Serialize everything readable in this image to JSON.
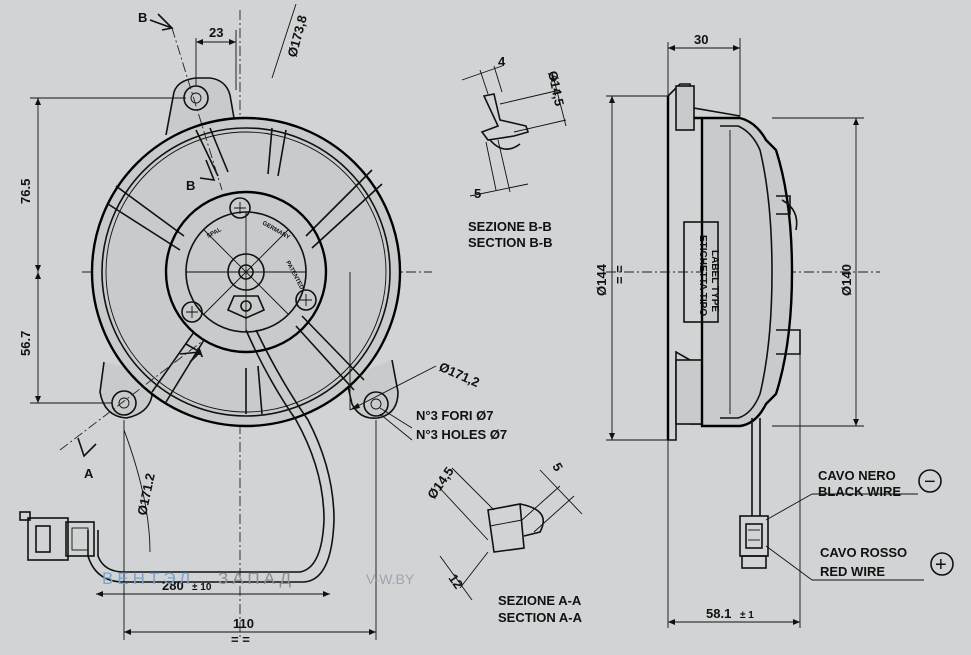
{
  "front_view": {
    "dim_mount_offset": "23",
    "dim_shroud_dia": "Ø173,8",
    "dim_upper_height": "76.5",
    "dim_lower_height": "56.7",
    "dim_hole_pcd_right": "Ø171,2",
    "dim_hole_pcd_left": "Ø171.2",
    "holes_it": "N°3 FORI Ø7",
    "holes_en": "N°3 HOLES Ø7",
    "dim_lead_length": "280",
    "dim_lead_tol": "± 10",
    "dim_hole_span": "110",
    "section_b": "B",
    "section_a": "A",
    "hub_logo": "SPAL",
    "hub_text_1": "PATENTED",
    "hub_text_2": "GERMANY"
  },
  "section_bb": {
    "dim_a": "4",
    "dim_b": "Ø14,5",
    "dim_c": "5",
    "title_it": "SEZIONE B-B",
    "title_en": "SECTION B-B"
  },
  "section_aa": {
    "dim_a": "Ø14,5",
    "dim_b": "5",
    "dim_c": "12",
    "title_it": "SEZIONE A-A",
    "title_en": "SECTION A-A"
  },
  "side_view": {
    "dim_width": "30",
    "dim_motor_dia": "Ø144",
    "dim_motor_dia_sym": "= =",
    "dim_housing_dia": "Ø140",
    "dim_depth": "58.1",
    "dim_depth_tol": "± 1",
    "label_line1": "ETICHETTA TIPO",
    "label_line2": "LABEL TYPE",
    "wire_black_it": "CAVO NERO",
    "wire_black_en": "BLACK WIRE",
    "wire_black_symbol": "−",
    "wire_red_it": "CAVO ROSSO",
    "wire_red_en": "RED WIRE",
    "wire_red_symbol": "+"
  },
  "watermark": {
    "brand_a": "ВЕНТЭЛ",
    "brand_b": "ЗАПАД",
    "site": "V-W.BY"
  }
}
